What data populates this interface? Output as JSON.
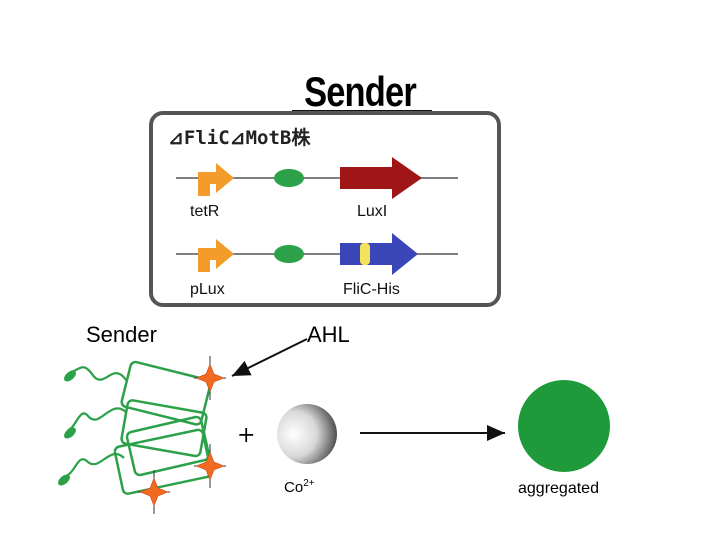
{
  "title": "Sender",
  "construct": {
    "strain_label": "⊿FliC⊿MotB株",
    "row1": {
      "promoter": "tetR",
      "gene": "LuxI"
    },
    "row2": {
      "promoter": "pLux",
      "gene": "FliC-His"
    }
  },
  "lower": {
    "sender_label": "Sender",
    "signal_label": "AHL",
    "plus_sign": "+",
    "ion_label": "Co",
    "ion_charge": "2+",
    "result_label": "aggregated"
  },
  "colors": {
    "promoter_orange": "#f39c2b",
    "rbs_green": "#2ca14a",
    "luxi_red": "#a01515",
    "flic_blue": "#3a45b8",
    "his_tag_yellow": "#f3e35a",
    "cell_green": "#2ca14a",
    "aggregate_green": "#1f9a3a",
    "ahl_star_orange": "#f26a21"
  }
}
